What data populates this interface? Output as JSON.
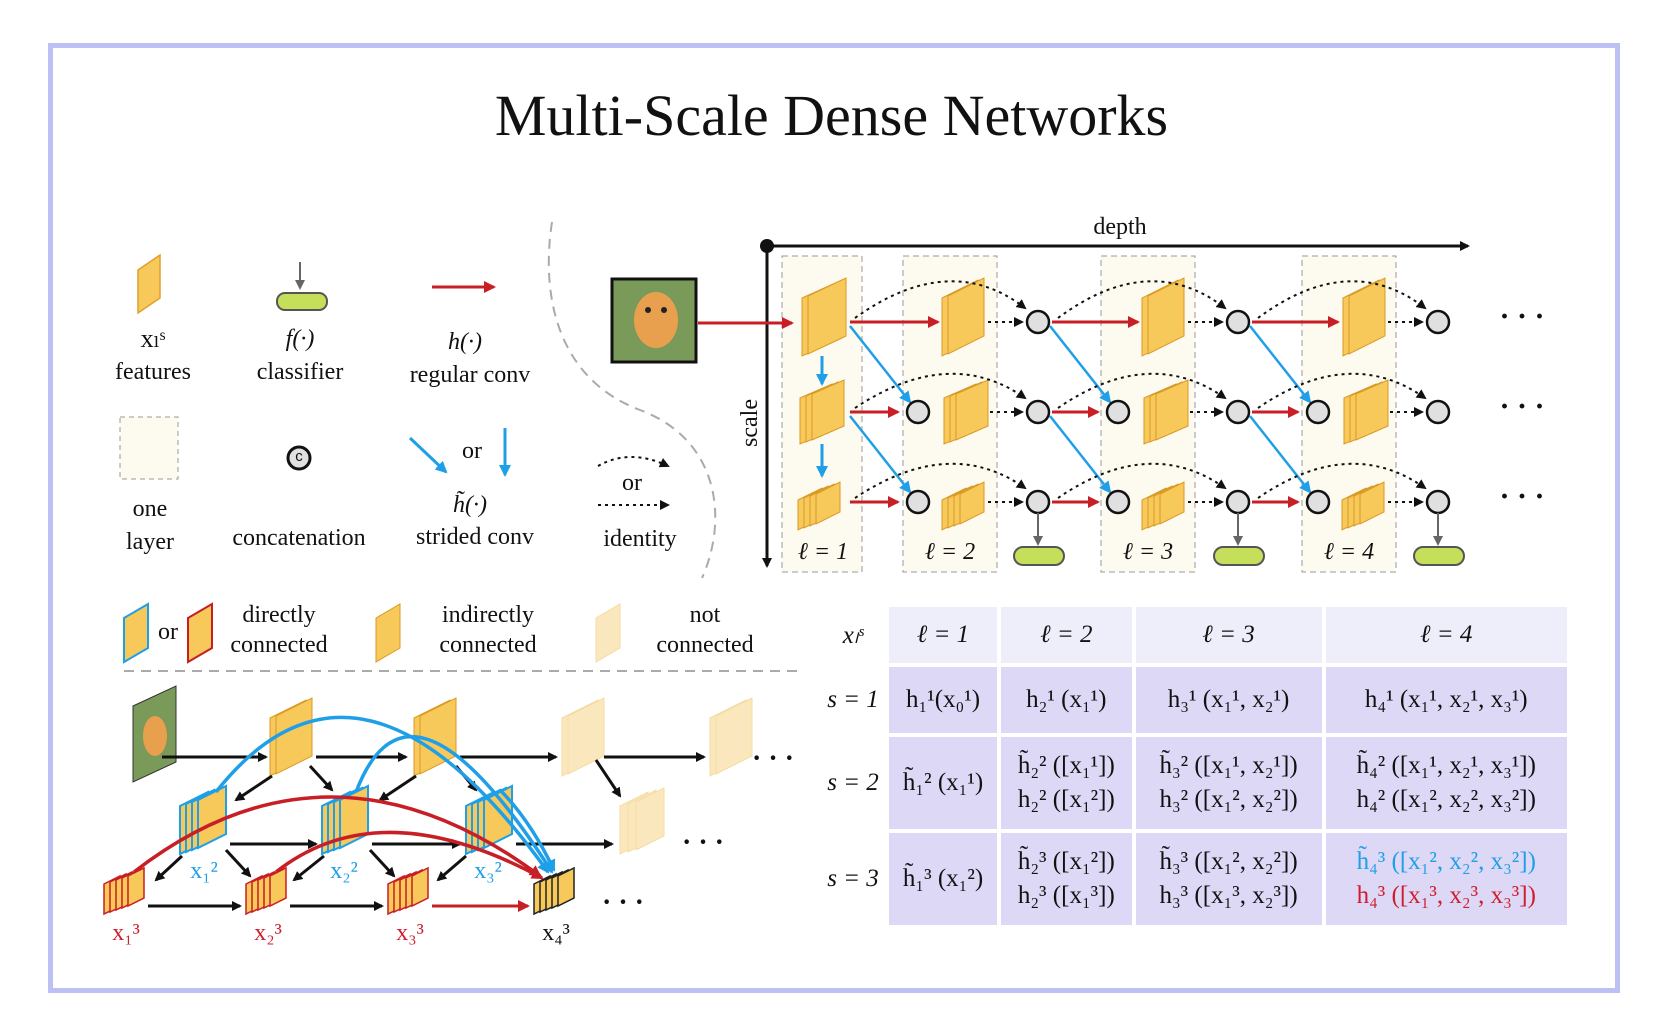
{
  "title": "Multi-Scale Dense Networks",
  "legend": {
    "features_symbol": "xₗˢ",
    "features_label": "features",
    "classifier_symbol": "f(·)",
    "classifier_label": "classifier",
    "regular_conv_symbol": "h(·)",
    "regular_conv_label": "regular conv",
    "one_layer_label_1": "one",
    "one_layer_label_2": "layer",
    "concat_glyph": "c",
    "concat_label": "concatenation",
    "strided_or": "or",
    "strided_symbol": "h̃(·)",
    "strided_label": "strided conv",
    "identity_or": "or",
    "identity_label": "identity"
  },
  "network": {
    "depth_label": "depth",
    "scale_label": "scale",
    "layers": [
      "ℓ = 1",
      "ℓ = 2",
      "ℓ = 3",
      "ℓ = 4"
    ],
    "ellipsis": "· · ·"
  },
  "connection_legend": {
    "or": "or",
    "directly_1": "directly",
    "directly_2": "connected",
    "indirectly_1": "indirectly",
    "indirectly_2": "connected",
    "not_1": "not",
    "not_2": "connected"
  },
  "connection_diagram": {
    "labels": [
      "x₁²",
      "x₂²",
      "x₃²",
      "x₁³",
      "x₂³",
      "x₃³",
      "x₄³"
    ],
    "ellipsis": "· · ·"
  },
  "table": {
    "corner": "xₗˢ",
    "headers": [
      "ℓ = 1",
      "ℓ = 2",
      "ℓ = 3",
      "ℓ = 4"
    ],
    "rows": [
      {
        "label": "s = 1",
        "cells": [
          [
            "h₁¹(x₀¹)"
          ],
          [
            "h₂¹ (x₁¹)"
          ],
          [
            "h₃¹ (x₁¹, x₂¹)"
          ],
          [
            "h₄¹ (x₁¹, x₂¹, x₃¹)"
          ]
        ]
      },
      {
        "label": "s = 2",
        "cells": [
          [
            "h̃₁² (x₁¹)"
          ],
          [
            "h̃₂² ([x₁¹])",
            "h₂² ([x₁²])"
          ],
          [
            "h̃₃² ([x₁¹, x₂¹])",
            "h₃² ([x₁², x₂²])"
          ],
          [
            "h̃₄² ([x₁¹, x₂¹, x₃¹])",
            "h₄² ([x₁², x₂², x₃²])"
          ]
        ]
      },
      {
        "label": "s = 3",
        "cells": [
          [
            "h̃₁³ (x₁²)"
          ],
          [
            "h̃₂³ ([x₁²])",
            "h₂³ ([x₁³])"
          ],
          [
            "h̃₃³ ([x₁², x₂²])",
            "h₃³ ([x₁³, x₂³])"
          ],
          [
            "h̃₄³ ([x₁², x₂², x₃²])",
            "h₄³ ([x₁³, x₂³, x₃³])"
          ]
        ]
      }
    ]
  },
  "colors": {
    "frame": "#bcc0f2",
    "feature": "#f7c85a",
    "classifier": "#c6df5a",
    "regular_conv": "#c81e25",
    "strided_conv": "#1f9fe8",
    "layer_box": "#fdfaf0"
  }
}
